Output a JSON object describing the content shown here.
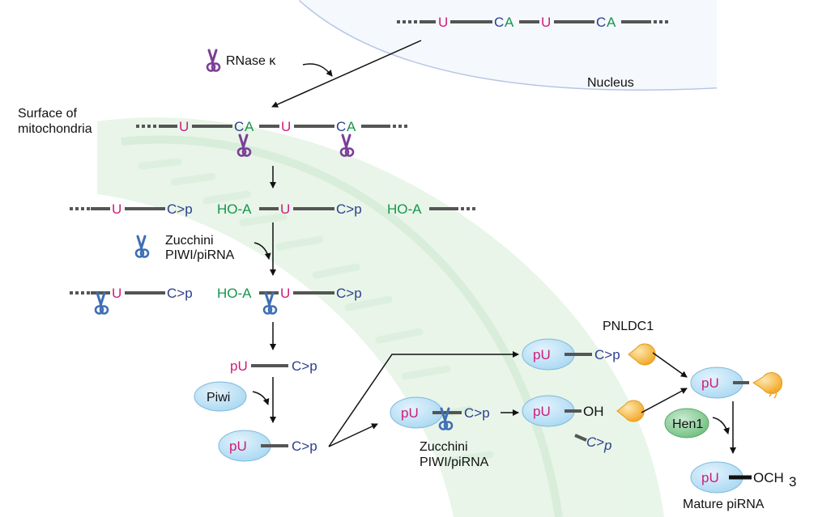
{
  "labels": {
    "nucleus": "Nucleus",
    "rnase": "RNase κ",
    "surface_line1": "Surface of",
    "surface_line2": "mitochondria",
    "zucchini1_line1": "Zucchini",
    "zucchini1_line2": "PIWI/piRNA",
    "zucchini2_line1": "Zucchini",
    "zucchini2_line2": "PIWI/piRNA",
    "piwi": "Piwi",
    "pnldc1": "PNLDC1",
    "hen1": "Hen1",
    "mature_pirna": "Mature piRNA"
  },
  "bases": {
    "u": "U",
    "c": "C",
    "a": "A",
    "ho_a": "HO-A",
    "c_p": "C>p",
    "p_u": "pU",
    "p": "p",
    "oh": "OH",
    "och": "OCH",
    "sub3": "3"
  },
  "colors": {
    "uridine": "#d01b7a",
    "cytidine": "#2b3f8f",
    "adenosine": "#16964a",
    "rna_strand": "#555555",
    "scissors_rnase": "#7b3f96",
    "scissors_zucchini": "#3f6fb5",
    "piwi_oval": "#a9d8f2",
    "pnldc1": "#f6b93b",
    "hen1": "#7cc48a",
    "nucleus_edge": "#b7c6e6",
    "mitochondria": "#c9e6cb"
  }
}
